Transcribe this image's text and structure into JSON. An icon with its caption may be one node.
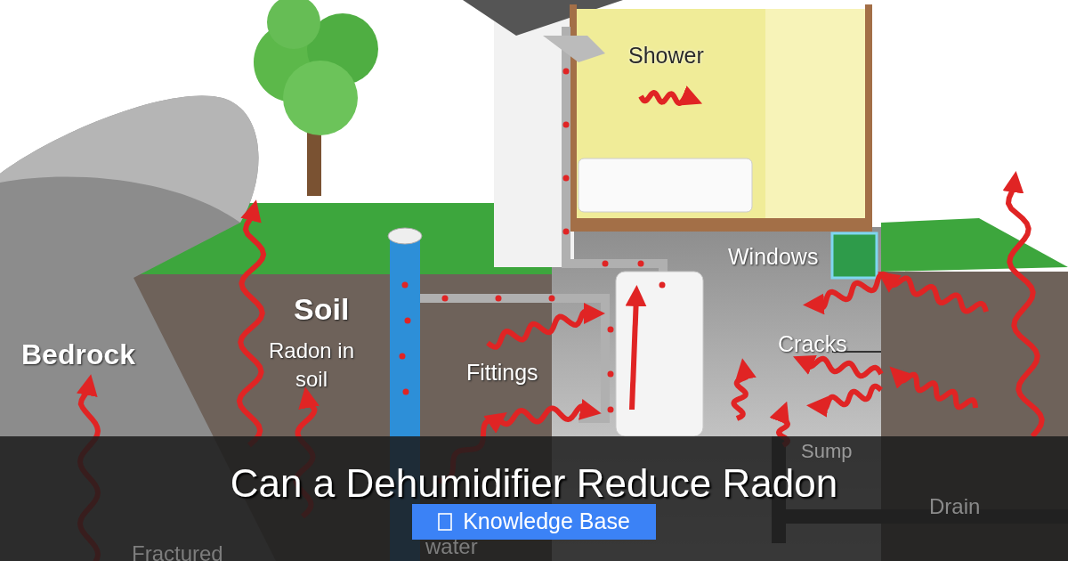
{
  "diagram": {
    "title": "Can a Dehumidifier Reduce Radon",
    "nodes": [
      {
        "text": [
          "Knowledge Base"
        ]
      }
    ],
    "labels": [
      "Shower",
      "Windows",
      "Soil",
      "Bedrock",
      "Radon in soil",
      "Cracks",
      "Fittings",
      "Sump",
      "Drain",
      "Fractured",
      "water"
    ]
  }
}
